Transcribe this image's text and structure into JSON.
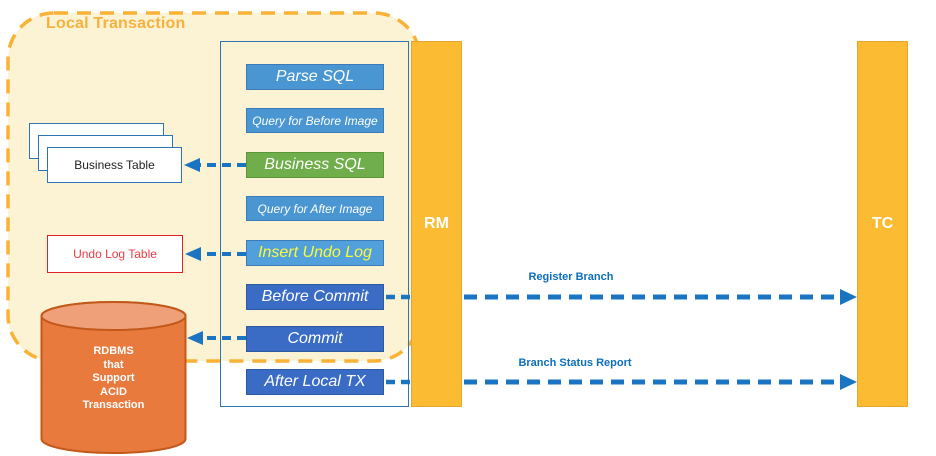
{
  "title": {
    "local_transaction": "Local Transaction"
  },
  "steps": [
    {
      "id": "parse-sql",
      "label": "Parse SQL"
    },
    {
      "id": "query-before-image",
      "label": "Query for Before Image"
    },
    {
      "id": "business-sql",
      "label": "Business SQL"
    },
    {
      "id": "query-after-image",
      "label": "Query for After Image"
    },
    {
      "id": "insert-undo-log",
      "label": "Insert Undo Log"
    },
    {
      "id": "before-commit",
      "label": "Before Commit"
    },
    {
      "id": "commit",
      "label": "Commit"
    },
    {
      "id": "after-local-tx",
      "label": "After Local TX"
    }
  ],
  "tables": {
    "business_table": "Business Table",
    "undo_log_table": "Undo Log Table"
  },
  "database": {
    "lines": [
      "RDBMS",
      "that",
      "Support",
      "ACID",
      "Transaction"
    ]
  },
  "actors": {
    "rm": "RM",
    "tc": "TC"
  },
  "messages": {
    "register_branch": "Register Branch",
    "branch_status_report": "Branch Status Report"
  },
  "colors": {
    "boundary_fill": "#FCF2D4",
    "boundary_stroke": "#F9B235",
    "title_orange": "#F7B13C",
    "step_blue": "#4A96D2",
    "step_green": "#6FAE4B",
    "step_light_blue": "#51A0DB",
    "step_dark_blue": "#3A6CC5",
    "undo_log_text_yellow": "#FAFA3C",
    "actor_fill": "#FBBC34",
    "arrow_blue": "#1B74C2",
    "table_border_blue": "#2E75B6",
    "undo_table_red": "#E02128",
    "cylinder_fill": "#E87A3E",
    "cylinder_top": "#EFA078",
    "cylinder_stroke": "#C2591B"
  }
}
